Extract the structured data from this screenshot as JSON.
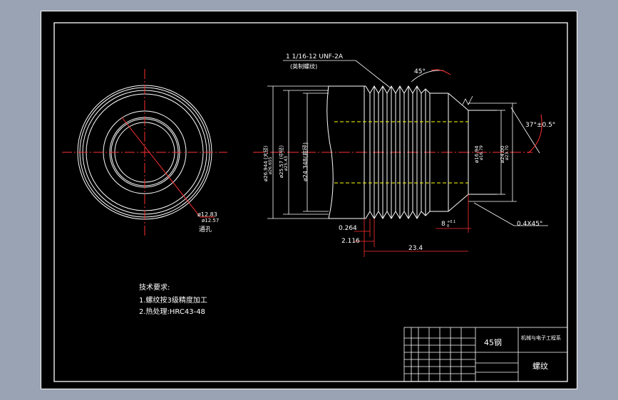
{
  "thread": {
    "spec": "1 1/16-12 UNF-2A",
    "note": "(英制螺纹)",
    "chamfer_angle": "45°"
  },
  "dims": {
    "major_label": "ø26.944 (大径)",
    "major_alt": "ø26.655",
    "pitch_label": "ø25.57 (中径)",
    "pitch_alt": "ø25.43",
    "minor_label": "ø24.348(底径)",
    "bore": "ø16.94",
    "bore_alt": "ø16.79",
    "cb_outer": "ø24.00",
    "cb_outer_alt": "ø23.70",
    "cone_angle": "37°±0.5°",
    "edge_chamfer": "0.4X45°",
    "depth_8": "8",
    "depth_8_tol_up": "+0.1",
    "depth_8_tol_dn": "0",
    "d_0264": "0.264",
    "d_2116": "2.116",
    "d_234": "23.4",
    "hole_dia": "ø12.83",
    "hole_dia_alt": "ø12.57",
    "through_hole": "通孔"
  },
  "tech": {
    "title": "技术要求:",
    "line1": "1.螺纹按3级精度加工",
    "line2": "2.热处理:HRC43-48"
  },
  "titleblock": {
    "material": "45钢",
    "company": "机械与电子工程系",
    "part_name": "螺纹"
  },
  "colors": {
    "line": "#ffffff",
    "dim": "#ff3030",
    "hidden": "#ffff00",
    "paper": "#000000"
  }
}
